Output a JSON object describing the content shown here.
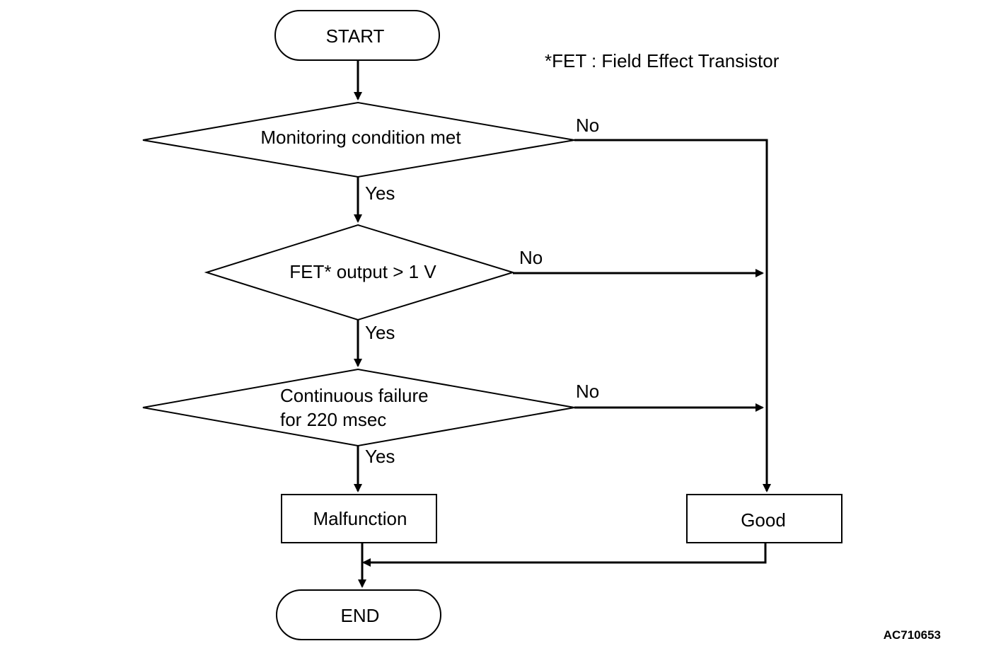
{
  "footnote": "*FET : Field Effect Transistor",
  "figure_code": "AC710653",
  "nodes": {
    "start": "START",
    "decision1": "Monitoring condition met",
    "decision2": "FET* output > 1 V",
    "decision3_line1": "Continuous failure",
    "decision3_line2": "for 220 msec",
    "malfunction": "Malfunction",
    "good": "Good",
    "end": "END"
  },
  "edges": {
    "d1_yes": "Yes",
    "d1_no": "No",
    "d2_yes": "Yes",
    "d2_no": "No",
    "d3_yes": "Yes",
    "d3_no": "No"
  }
}
